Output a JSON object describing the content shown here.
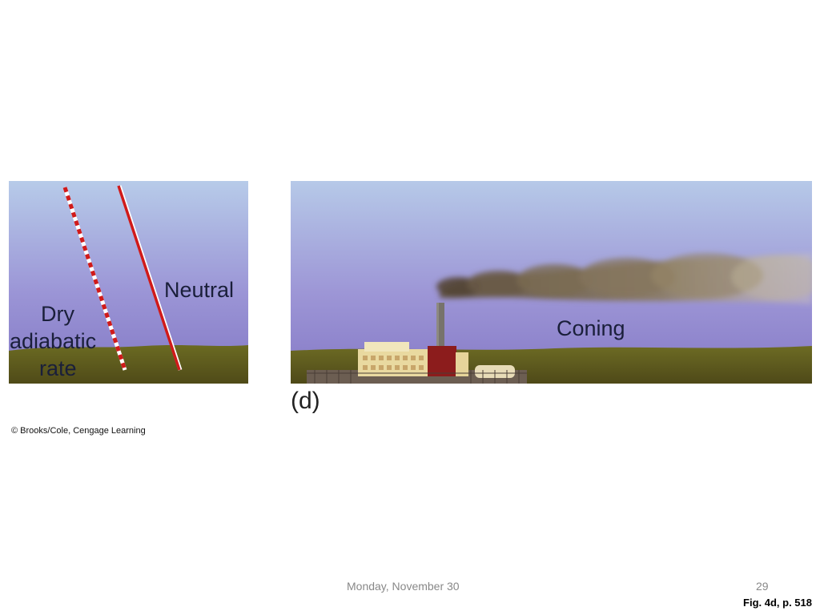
{
  "left_panel": {
    "line_labels": {
      "neutral": "Neutral",
      "dry_adiabatic": [
        "Dry",
        "adiabatic",
        "rate"
      ]
    },
    "colors": {
      "line": "#d01a1a",
      "sky_top": "#b6c9e8",
      "sky_bottom": "#8a7fc8",
      "ground": "#5e5a1e"
    }
  },
  "right_panel": {
    "plume_label": "Coning",
    "colors": {
      "smoke": "#8a7a5e",
      "stack": "#6e6a64",
      "ground": "#5e5a1e"
    }
  },
  "panel_letter": "(d)",
  "credit": "© Brooks/Cole, Cengage Learning",
  "footer": {
    "date": "Monday, November 30",
    "slide_number": "29",
    "figure_reference": "Fig. 4d, p. 518"
  }
}
